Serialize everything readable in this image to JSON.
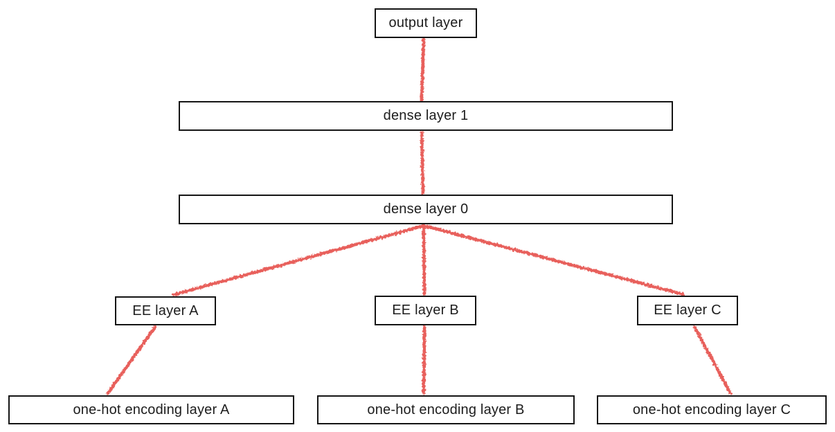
{
  "diagram": {
    "type": "neural-network-architecture",
    "background_color": "#ffffff",
    "box_border_color": "#141414",
    "box_fill_color": "#ffffff",
    "edge_color": "#e8615b",
    "edge_style": "hand-drawn-crayon",
    "nodes": {
      "output": {
        "label": "output layer"
      },
      "dense1": {
        "label": "dense layer 1"
      },
      "dense0": {
        "label": "dense layer 0"
      },
      "ee_a": {
        "label": "EE layer A"
      },
      "ee_b": {
        "label": "EE layer B"
      },
      "ee_c": {
        "label": "EE layer C"
      },
      "onehot_a": {
        "label": "one-hot encoding layer A"
      },
      "onehot_b": {
        "label": "one-hot encoding layer B"
      },
      "onehot_c": {
        "label": "one-hot encoding layer C"
      }
    },
    "edges": [
      {
        "from": "dense layer 1",
        "to": "output layer"
      },
      {
        "from": "dense layer 0",
        "to": "dense layer 1"
      },
      {
        "from": "EE layer A",
        "to": "dense layer 0"
      },
      {
        "from": "EE layer B",
        "to": "dense layer 0"
      },
      {
        "from": "EE layer C",
        "to": "dense layer 0"
      },
      {
        "from": "one-hot encoding layer A",
        "to": "EE layer A"
      },
      {
        "from": "one-hot encoding layer B",
        "to": "EE layer B"
      },
      {
        "from": "one-hot encoding layer C",
        "to": "EE layer C"
      }
    ]
  }
}
